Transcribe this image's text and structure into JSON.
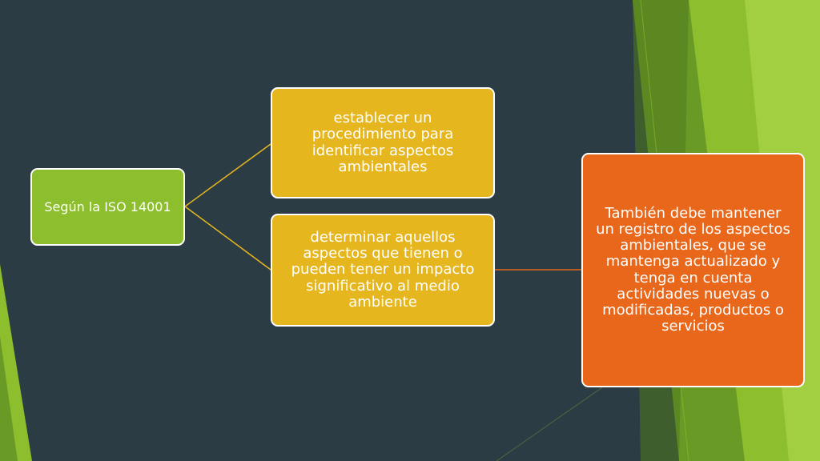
{
  "diagram": {
    "root": {
      "label": "Según la ISO 14001"
    },
    "branches": [
      {
        "label": "establecer un procedimiento para identificar aspectos ambientales"
      },
      {
        "label": "determinar aquellos aspectos que tienen o pueden tener un impacto significativo al medio ambiente"
      }
    ],
    "leaf": {
      "label": "También debe mantener un registro de los aspectos ambientales, que se mantenga actualizado y tenga en cuenta actividades nuevas o modificadas, productos o servicios"
    }
  },
  "colors": {
    "background": "#2c3c44",
    "root_fill": "#8cbe2d",
    "branch_fill": "#e6b61f",
    "leaf_fill": "#e8671a",
    "connector_yellow": "#e6b61f",
    "connector_orange": "#e8671a",
    "accent_green_light": "#9cc83c",
    "accent_green_dark": "#6a9a26"
  }
}
